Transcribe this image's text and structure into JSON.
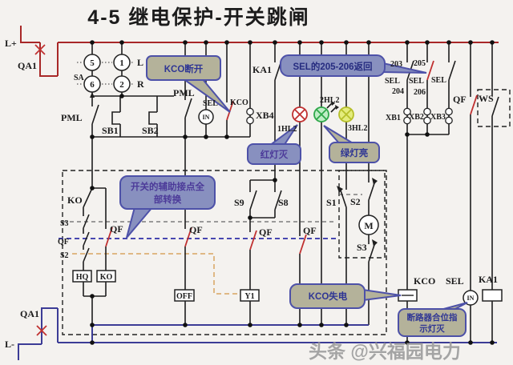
{
  "title": "4-5  继电保护-开关跳闸",
  "watermark": "头条 @兴福园电力",
  "colors": {
    "positive_bus": "#a82828",
    "negative_bus": "#3c3c96",
    "lamp_red": "#c03030",
    "lamp_green": "#2fa84a",
    "lamp_yellow": "#b6bf2a",
    "callout_olive": "#b4b29a",
    "callout_blue": "#8890bf",
    "linkage_orange": "#d8a460"
  },
  "terminals": {
    "l_plus": "L+",
    "l_minus": "L-",
    "qa1_top": "QA1",
    "qa1_bottom": "QA1"
  },
  "sa": {
    "label": "SA",
    "c5": "5",
    "c1": "1",
    "c6": "6",
    "c2": "2",
    "left": "L",
    "right": "R"
  },
  "labels": {
    "pml_left": "PML",
    "sb1": "SB1",
    "sb2": "SB2",
    "pml_top": "PML",
    "sel_top": "SEL",
    "kco_top": "KCO",
    "in_top": "IN",
    "xb4": "XB4",
    "ka1_top": "KA1",
    "hl1": "1HL2",
    "hl2": "2HL2",
    "hl3": "3HL2",
    "n203": "203",
    "n205": "205",
    "sel_a": "SEL",
    "sel_b": "SEL",
    "sel_c": "SEL",
    "n204": "204",
    "n206": "206",
    "xb1": "XB1",
    "xb2": "XB2",
    "xb3": "XB3",
    "qf_right": "QF",
    "ws": "WS",
    "ko_sw": "KO",
    "s3_left": "S3",
    "qf_left": "QF",
    "s2_left": "S2",
    "qf_b1": "QF",
    "qf_b2": "QF",
    "qf_b3": "QF",
    "qf_b4": "QF",
    "s9": "S9",
    "s8": "S8",
    "s1": "S1",
    "s2_m": "S2",
    "m": "M",
    "s3_m": "S3",
    "hq": "HQ",
    "ko_box": "KO",
    "off": "OFF",
    "y1": "Y1",
    "kco_bot": "KCO",
    "sel_bot": "SEL",
    "in_bot": "IN",
    "ka1_bot": "KA1"
  },
  "callouts": {
    "kco_open": "KCO断开",
    "sel_return": "SEL的205-206返回",
    "red_off": "红灯灭",
    "green_on": "绿灯亮",
    "aux_line1": "开关的辅助接点全",
    "aux_line2": "部转换",
    "kco_loss": "KCO失电",
    "breaker_line1": "断路器合位指",
    "breaker_line2": "示灯灭"
  }
}
